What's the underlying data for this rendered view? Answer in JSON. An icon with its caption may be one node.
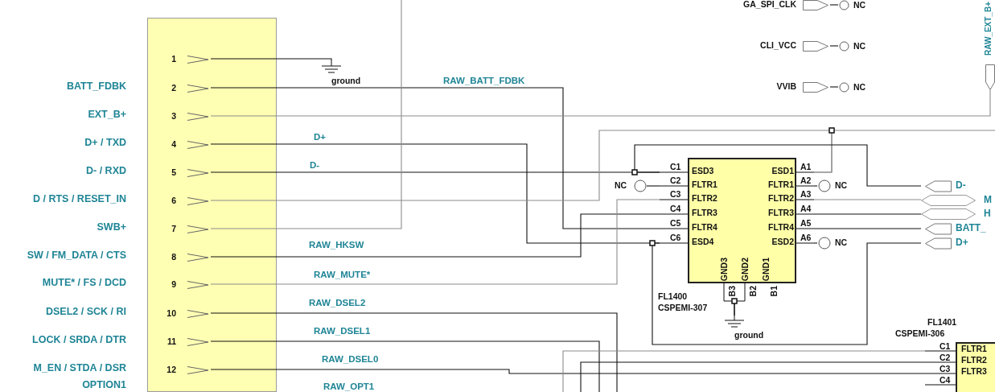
{
  "diagram": {
    "nodes": [
      {
        "text": [],
        "shape": "box"
      },
      {
        "text": [
          "1"
        ],
        "in": 0
      },
      {
        "text": [
          "2"
        ],
        "in": 0
      },
      {
        "text": [
          "3"
        ],
        "in": 0
      },
      {
        "text": [
          "4"
        ],
        "in": 0
      },
      {
        "text": [
          "5"
        ],
        "in": 0
      },
      {
        "text": [
          "6"
        ],
        "in": 0
      },
      {
        "text": [
          "7"
        ],
        "in": 0
      },
      {
        "text": [
          "8"
        ],
        "in": 0
      },
      {
        "text": [
          "9"
        ],
        "in": 0
      },
      {
        "text": [
          "10"
        ],
        "in": 0
      },
      {
        "text": [
          "11"
        ],
        "in": 0
      },
      {
        "text": [
          "12"
        ],
        "in": 0
      },
      {
        "text": [
          "ground"
        ]
      },
      {
        "text": [
          "FL1400",
          "CSPEMI-307"
        ]
      },
      {
        "text": [
          "C1",
          "ESD3"
        ]
      },
      {
        "text": [
          "C2",
          "FLTR1"
        ]
      },
      {
        "text": [
          "C3",
          "FLTR2"
        ]
      },
      {
        "text": [
          "C4",
          "FLTR3"
        ]
      },
      {
        "text": [
          "C5",
          "FLTR4"
        ]
      },
      {
        "text": [
          "C6",
          "ESD4"
        ]
      },
      {
        "text": [
          "A1",
          "ESD1"
        ]
      },
      {
        "text": [
          "A2",
          "FLTR1"
        ]
      },
      {
        "text": [
          "A3",
          "FLTR2"
        ]
      },
      {
        "text": [
          "A4",
          "FLTR3"
        ]
      },
      {
        "text": [
          "A5",
          "FLTR4"
        ]
      },
      {
        "text": [
          "A6",
          "ESD2"
        ]
      },
      {
        "text": [
          "B3",
          "GND3"
        ]
      },
      {
        "text": [
          "B2",
          "GND2"
        ]
      },
      {
        "text": [
          "B1",
          "GND1"
        ]
      },
      {
        "text": [
          "ground"
        ]
      },
      {
        "text": [
          "NC"
        ]
      },
      {
        "text": [
          "NC"
        ]
      },
      {
        "text": [
          "NC"
        ]
      },
      {
        "text": [
          "D-"
        ]
      },
      {
        "text": [
          "M"
        ]
      },
      {
        "text": [
          "H"
        ]
      },
      {
        "text": [
          "BATT_"
        ]
      },
      {
        "text": [
          "D+"
        ]
      },
      {
        "text": [
          "GA_SPI_CLK"
        ]
      },
      {
        "text": [
          "NC"
        ]
      },
      {
        "text": [
          "CLI_VCC"
        ]
      },
      {
        "text": [
          "NC"
        ]
      },
      {
        "text": [
          "VVIB"
        ]
      },
      {
        "text": [
          "NC"
        ]
      },
      {
        "text": [
          "RAW_EXT_B+"
        ]
      },
      {
        "text": [
          "FL1401",
          "CSPEMI-306"
        ]
      },
      {
        "text": [
          "C1",
          "FLTR1"
        ]
      },
      {
        "text": [
          "C2",
          "FLTR2"
        ]
      },
      {
        "text": [
          "C3",
          "FLTR3"
        ]
      },
      {
        "text": [
          "C4"
        ]
      }
    ],
    "edges": [
      {
        "from": 1,
        "to": 13,
        "arrow": "none"
      },
      {
        "from": 2,
        "to": 19,
        "arrow": "none",
        "label": "RAW_BATT_FDBK"
      },
      {
        "from": 3,
        "to": 45,
        "arrow": "none",
        "color": "#8c8c8c"
      },
      {
        "from": 4,
        "to": 20,
        "arrow": "none",
        "label": "D+"
      },
      {
        "from": 5,
        "to": 15,
        "arrow": "none",
        "label": "D-"
      },
      {
        "from": 6,
        "to": 21,
        "arrow": "none",
        "color": "#8c8c8c"
      },
      {
        "from": 21,
        "to": null,
        "arrow": "none",
        "color": "#8c8c8c"
      },
      {
        "from": 7,
        "to": null,
        "arrow": "none",
        "color": "#8c8c8c"
      },
      {
        "from": 8,
        "to": 18,
        "arrow": "none",
        "label": "RAW_HKSW"
      },
      {
        "from": 9,
        "to": 17,
        "arrow": "none",
        "label": "RAW_MUTE*",
        "color": "#8c8c8c"
      },
      {
        "from": 10,
        "to": null,
        "arrow": "none",
        "label": "RAW_DSEL2"
      },
      {
        "from": 11,
        "to": null,
        "arrow": "none",
        "label": "RAW_DSEL1"
      },
      {
        "from": 12,
        "to": 49,
        "arrow": "none",
        "label": "RAW_DSEL0"
      },
      {
        "from": null,
        "to": 47,
        "arrow": "none",
        "color": "#8c8c8c"
      },
      {
        "from": null,
        "to": 48,
        "arrow": "none"
      },
      {
        "from": 16,
        "to": 31,
        "arrow": "none"
      },
      {
        "from": 22,
        "to": 32,
        "arrow": "none"
      },
      {
        "from": 26,
        "to": 33,
        "arrow": "none"
      },
      {
        "from": 23,
        "to": 35,
        "arrow": "none",
        "color": "#8c8c8c"
      },
      {
        "from": 24,
        "to": 36,
        "arrow": "none"
      },
      {
        "from": 25,
        "to": 37,
        "arrow": "none"
      },
      {
        "from": 15,
        "to": 34,
        "arrow": "none"
      },
      {
        "from": 20,
        "to": 38,
        "arrow": "none"
      },
      {
        "from": 27,
        "to": 30,
        "arrow": "none"
      },
      {
        "from": 28,
        "to": 30,
        "arrow": "none"
      },
      {
        "from": 39,
        "to": 40,
        "arrow": "none"
      },
      {
        "from": 41,
        "to": 42,
        "arrow": "none"
      },
      {
        "from": 43,
        "to": 44,
        "arrow": "none"
      }
    ],
    "labels": [
      "BATT_FDBK",
      "EXT_B+",
      "D+ / TXD",
      "D- / RXD",
      "D / RTS / RESET_IN",
      "SWB+",
      "SW / FM_DATA / CTS",
      "MUTE* / FS / DCD",
      "DSEL2 / SCK / RI",
      "LOCK / SRDA / DTR",
      "M_EN / STDA / DSR",
      "OPTION1",
      "RAW_OPT1"
    ]
  }
}
